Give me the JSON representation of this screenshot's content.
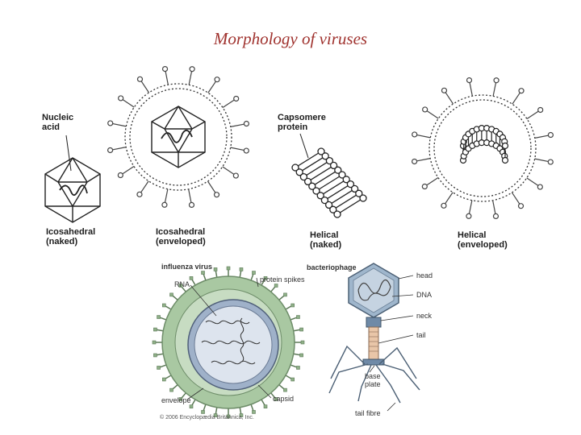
{
  "title": "Morphology of viruses",
  "top_panel": {
    "labels": {
      "nucleic_acid": "Nucleic\nacid",
      "capsomere_protein": "Capsomere\nprotein",
      "icosahedral_naked": "Icosahedral\n(naked)",
      "icosahedral_enveloped": "Icosahedral\n(enveloped)",
      "helical_naked": "Helical\n(naked)",
      "helical_enveloped": "Helical\n(enveloped)"
    }
  },
  "influenza": {
    "title": "influenza virus",
    "rna": "RNA",
    "protein_spikes": "protein spikes",
    "envelope": "envelope",
    "capsid": "capsid",
    "copyright": "© 2006 Encyclopædia Britannica, Inc."
  },
  "bacteriophage": {
    "title": "bacteriophage",
    "head": "head",
    "dna": "DNA",
    "neck": "neck",
    "tail": "tail",
    "base_plate": "base\nplate",
    "tail_fibre": "tail fibre"
  },
  "colors": {
    "title": "#a0332f",
    "envelope_green": "#a9c8a2",
    "capsid_blue": "#9fb1c9",
    "phage_head": "#9fb6cc",
    "tail_pink": "#e9c6a8"
  }
}
